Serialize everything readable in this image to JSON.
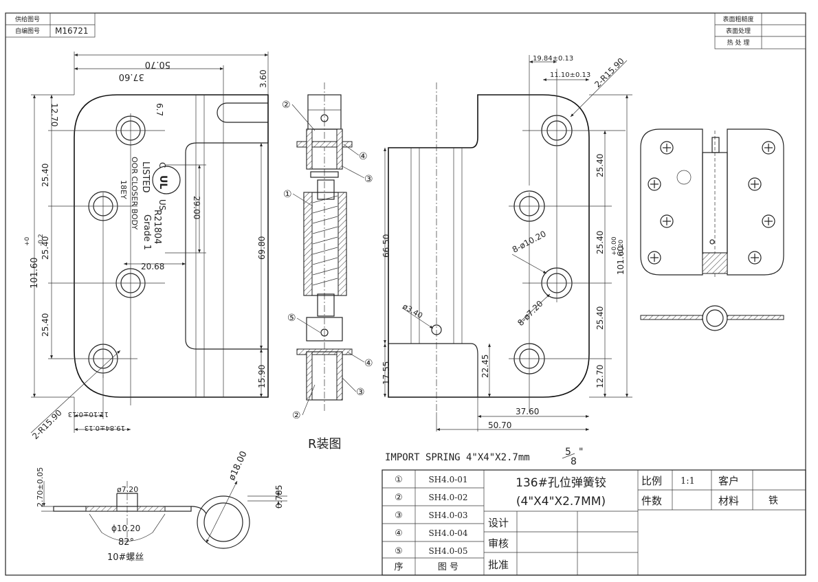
{
  "corner_table_left": {
    "rows": [
      {
        "label": "供给图号",
        "value": ""
      },
      {
        "label": "自编图号",
        "value": "M16721"
      }
    ]
  },
  "corner_table_right": {
    "rows": [
      {
        "label": "表面粗糙度",
        "value": ""
      },
      {
        "label": "表面处理",
        "value": ""
      },
      {
        "label": "热 处 理",
        "value": ""
      }
    ]
  },
  "left_view": {
    "dims": {
      "w50": "50.70",
      "w37": "37.60",
      "h360": "3.60",
      "slot": "6.7",
      "d1270": "12.70",
      "d2540a": "25.40",
      "d2540b": "25.40",
      "d2540c": "25.40",
      "height": "101.60",
      "tol_up": "+0",
      "tol_dn": "-0.2",
      "d29": "29.00",
      "d6980": "69.80",
      "d2068": "20.68",
      "d1590": "15.90",
      "d1110": "11.10±0.13",
      "d198": "19.84±0.13",
      "radius": "2-R15.90"
    },
    "stamp": {
      "mark": "UL",
      "c": "C",
      "us": "US",
      "code": "R21804",
      "listed": "LISTED",
      "grade": "Grade 1",
      "body": "OOR CLOSER BODY",
      "beys": "18EY"
    }
  },
  "assembly": {
    "caption": "R装图",
    "balloons": [
      "②",
      "④",
      "③",
      "①",
      "⑤",
      "④",
      "③",
      "②"
    ]
  },
  "right_view": {
    "dims": {
      "d1984": "19.84±0.13",
      "d1110": "11.10±0.13",
      "radius": "2-R15.90",
      "d6650": "66.50",
      "d2540a": "25.40",
      "d2540b": "25.40",
      "d2540c": "25.40",
      "d1270": "12.70",
      "d1755": "17.55",
      "d2245": "22.45",
      "height": "101.60",
      "tol_up": "+0.00",
      "tol_dn": "-0.20",
      "holes1": "8-ø10.20",
      "holes2": "8-ø7.20",
      "pin": "ø3.40",
      "d3760": "37.60",
      "d5070": "50.70"
    }
  },
  "section": {
    "d270": "2.70±0.05",
    "d720": "ø7.20",
    "d1020": "ϕ10.20",
    "angle": "82°",
    "screw": "10#螺丝",
    "d18": "ø18.00",
    "d785": "0.785"
  },
  "spring_note": {
    "text": "IMPORT SPRING 4\"X4\"X2.7mm",
    "frac_num": "5",
    "frac_den": "8",
    "frac_mark": "\""
  },
  "title_block": {
    "parts": [
      {
        "no": "①",
        "code": "SH4.0-01"
      },
      {
        "no": "②",
        "code": "SH4.0-02"
      },
      {
        "no": "③",
        "code": "SH4.0-03"
      },
      {
        "no": "④",
        "code": "SH4.0-04"
      },
      {
        "no": "⑤",
        "code": "SH4.0-05"
      }
    ],
    "header_no": "序",
    "header_code": "图 号",
    "title1": "136#孔位弹簧铰",
    "title2": "(4\"X4\"X2.7MM)",
    "design": "设计",
    "review": "审核",
    "approve": "批准",
    "scale_label": "比例",
    "scale_value": "1:1",
    "customer_label": "客户",
    "count_label": "件数",
    "material_label": "材料",
    "material_value": "铁"
  }
}
